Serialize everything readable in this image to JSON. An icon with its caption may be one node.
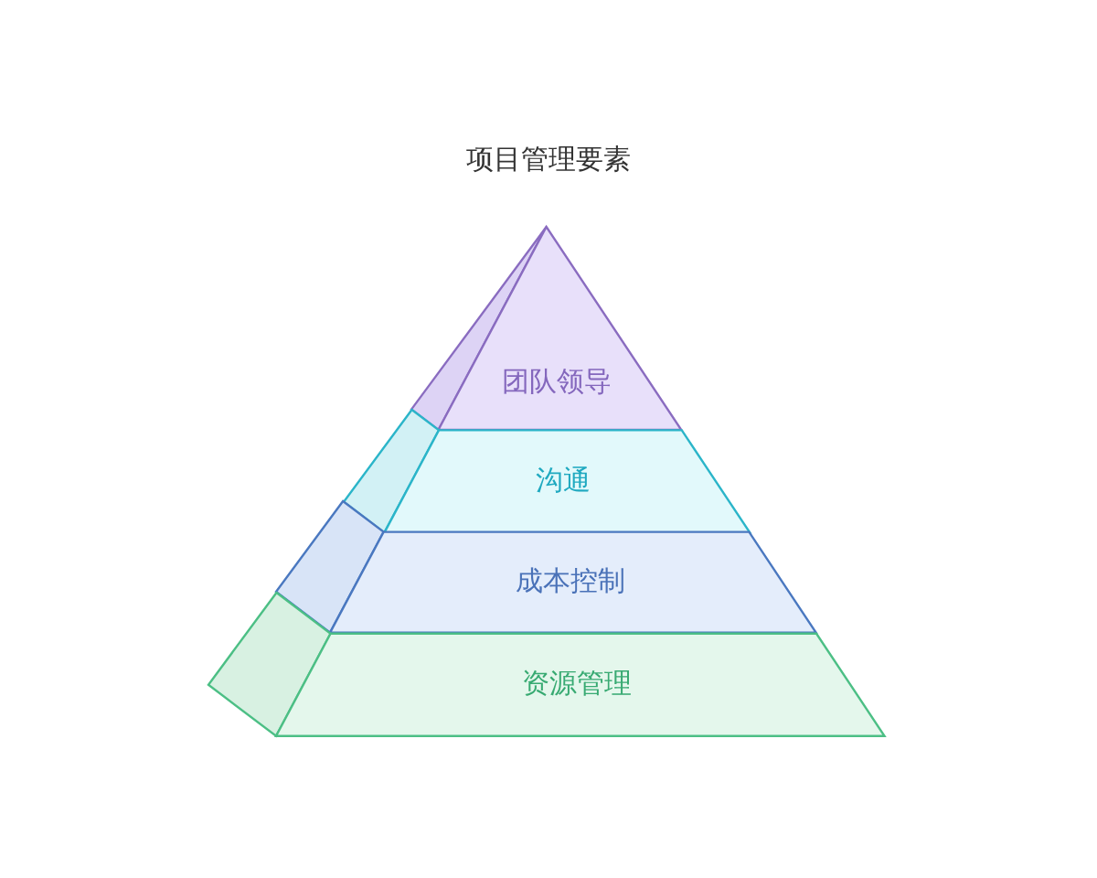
{
  "diagram": {
    "title": "项目管理要素",
    "nodes": [
      {
        "text": [
          "团队领导"
        ]
      },
      {
        "text": [
          "沟通"
        ]
      },
      {
        "text": [
          "成本控制"
        ]
      },
      {
        "text": [
          "资源管理"
        ]
      }
    ]
  }
}
